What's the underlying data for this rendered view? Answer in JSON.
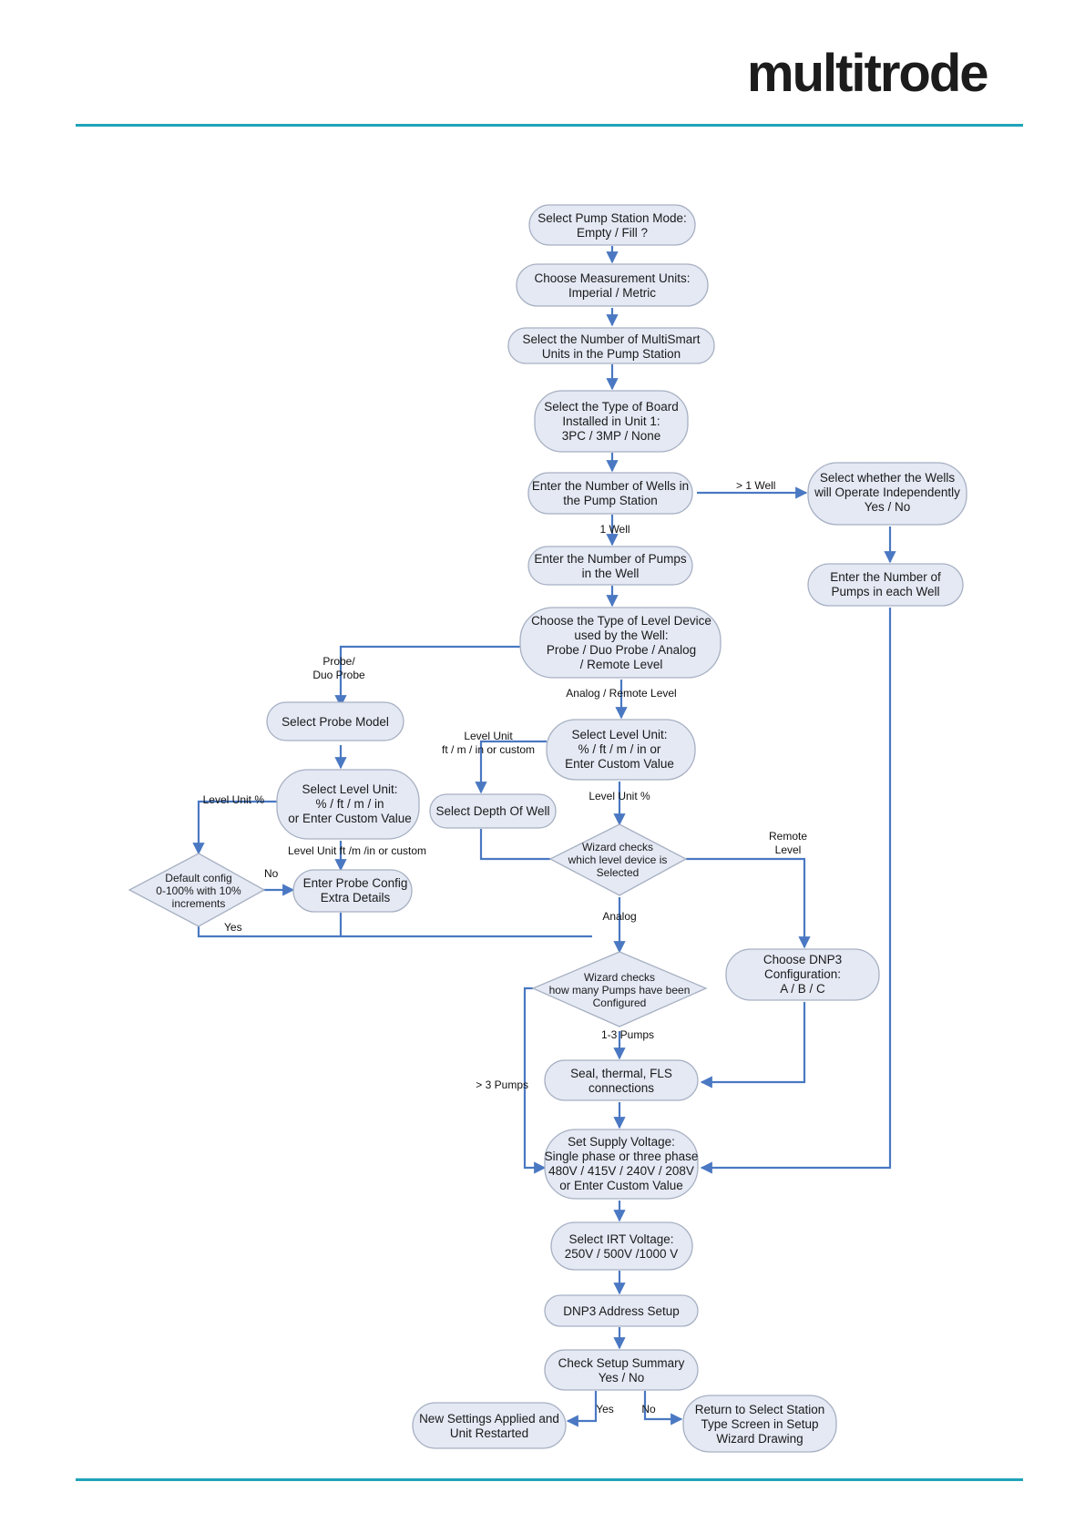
{
  "header": {
    "logo_text": "multitrode",
    "brand_dark": "#1c1c1c",
    "brand_accent": "#1fa3ba"
  },
  "colors": {
    "rule": "#1fa3ba",
    "node_fill": "#e4e9f4",
    "node_stroke": "#a7b0c2",
    "arrow": "#4a78c2"
  },
  "flowchart": {
    "nodes": {
      "pump_mode": [
        "Select Pump Station Mode:",
        "Empty / Fill ?"
      ],
      "units": [
        "Choose Measurement Units:",
        "Imperial / Metric"
      ],
      "num_units": [
        "Select the Number of MultiSmart",
        "Units in the Pump Station"
      ],
      "board_type": [
        "Select the Type of Board",
        "Installed in Unit 1:",
        "3PC / 3MP / None"
      ],
      "num_wells": [
        "Enter the Number of Wells in",
        "the Pump Station"
      ],
      "wells_independent": [
        "Select whether the Wells",
        "will Operate Independently",
        "Yes / No"
      ],
      "pumps_each_well": [
        "Enter the Number of",
        "Pumps in each Well"
      ],
      "pumps_in_well": [
        "Enter the Number of Pumps",
        "in the Well"
      ],
      "level_device": [
        "Choose the Type of Level Device",
        "used by the Well:",
        "Probe / Duo Probe / Analog",
        "/ Remote Level"
      ],
      "probe_model": [
        "Select Probe Model"
      ],
      "probe_level_unit": [
        "Select Level Unit:",
        "% / ft  / m / in",
        "or Enter Custom Value"
      ],
      "default_config": [
        "Default config",
        "0-100% with 10%",
        "increments"
      ],
      "probe_config": [
        "Enter Probe Config",
        "Extra Details"
      ],
      "analog_level_unit": [
        "Select Level Unit:",
        "% / ft  / m / in     or",
        "Enter Custom Value"
      ],
      "depth_of_well": [
        "Select Depth Of Well"
      ],
      "wizard_level": [
        "Wizard checks",
        "which level device is",
        "Selected"
      ],
      "dnp3_config": [
        "Choose DNP3",
        "Configuration:",
        "A / B / C"
      ],
      "wizard_pumps": [
        "Wizard checks",
        "how many Pumps have been",
        "Configured"
      ],
      "seal_thermal": [
        "Seal, thermal, FLS",
        "connections"
      ],
      "supply_voltage": [
        "Set Supply Voltage:",
        "Single phase or three phase",
        "480V / 415V / 240V / 208V",
        "or Enter Custom Value"
      ],
      "irt_voltage": [
        "Select IRT Voltage:",
        "250V / 500V  /1000 V"
      ],
      "dnp3_address": [
        "DNP3 Address Setup"
      ],
      "check_summary": [
        "Check Setup Summary",
        "Yes / No"
      ],
      "settings_applied": [
        "New Settings Applied and",
        "Unit Restarted"
      ],
      "return_select": [
        "Return to Select Station",
        "Type Screen in Setup",
        "Wizard Drawing"
      ]
    },
    "edge_labels": {
      "gt_1_well": "> 1 Well",
      "one_well": "1 Well",
      "probe_duo": [
        "Probe/",
        "Duo Probe"
      ],
      "analog_remote": "Analog / Remote Level",
      "level_unit_ft_custom": [
        "Level Unit",
        "ft / m / in or custom"
      ],
      "level_unit_pct_probe": "Level Unit %",
      "level_unit_pct_analog": "Level Unit %",
      "level_unit_ft_probe": "Level Unit ft /m /in or custom",
      "no": "No",
      "yes": "Yes",
      "remote_level": [
        "Remote",
        "Level"
      ],
      "analog": "Analog",
      "one_three_pumps": "1-3 Pumps",
      "gt_3_pumps": "> 3 Pumps",
      "summary_yes": "Yes",
      "summary_no": "No"
    }
  }
}
